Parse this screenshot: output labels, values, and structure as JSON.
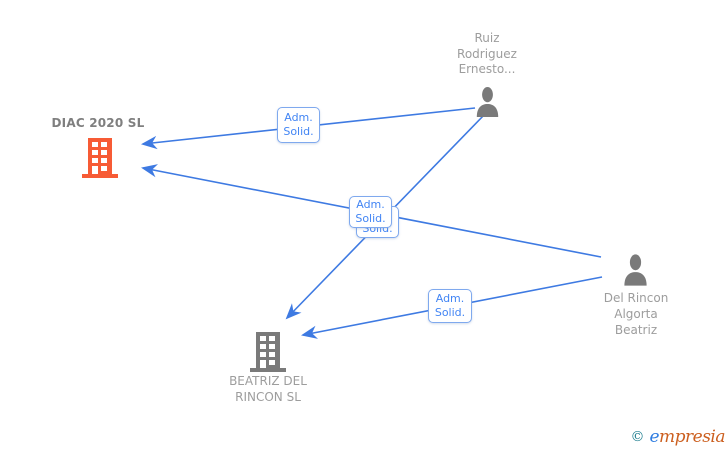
{
  "diagram_type": "corporate-relationship-graph",
  "nodes": {
    "diac": {
      "label": "DIAC 2020 SL",
      "type": "company",
      "icon": "building-icon",
      "color": "#f75b35"
    },
    "ruiz": {
      "line1": "Ruiz",
      "line2": "Rodriguez",
      "line3": "Ernesto...",
      "type": "person",
      "icon": "person-icon",
      "color": "#7a7a7a"
    },
    "del_rincon": {
      "line1": "Del Rincon",
      "line2": "Algorta",
      "line3": "Beatriz",
      "type": "person",
      "icon": "person-icon",
      "color": "#7a7a7a"
    },
    "beatriz": {
      "line1": "BEATRIZ DEL",
      "line2": "RINCON SL",
      "type": "company",
      "icon": "building-icon",
      "color": "#7a7a7a"
    }
  },
  "edges": [
    {
      "from": "Ruiz Rodriguez Ernesto...",
      "to": "DIAC 2020 SL",
      "label_line1": "Adm.",
      "label_line2": "Solid."
    },
    {
      "from": "Del Rincon Algorta Beatriz",
      "to": "DIAC 2020 SL",
      "label_line1": "Adm.",
      "label_line2": "Solid."
    },
    {
      "from": "Ruiz Rodriguez Ernesto...",
      "to": "BEATRIZ DEL RINCON SL",
      "label_line1": "Adm.",
      "label_line2": "Solid."
    },
    {
      "from": "Del Rincon Algorta Beatriz",
      "to": "BEATRIZ DEL RINCON SL",
      "label_line1": "Adm.",
      "label_line2": "Solid."
    }
  ],
  "watermark": {
    "copyright_symbol": "©",
    "brand_e": "e",
    "brand_rest": "mpresia"
  },
  "colors": {
    "edge_blue": "#3e7ae2",
    "edge_label_text": "#4285f4",
    "edge_label_border": "#7fa9ee",
    "company_orange": "#f75b35",
    "icon_gray": "#7a7a7a",
    "node_label_gray": "#9d9d9d",
    "brand_teal": "#1f7f90",
    "brand_blue": "#2f7de1",
    "brand_orange": "#cc5f1f"
  }
}
